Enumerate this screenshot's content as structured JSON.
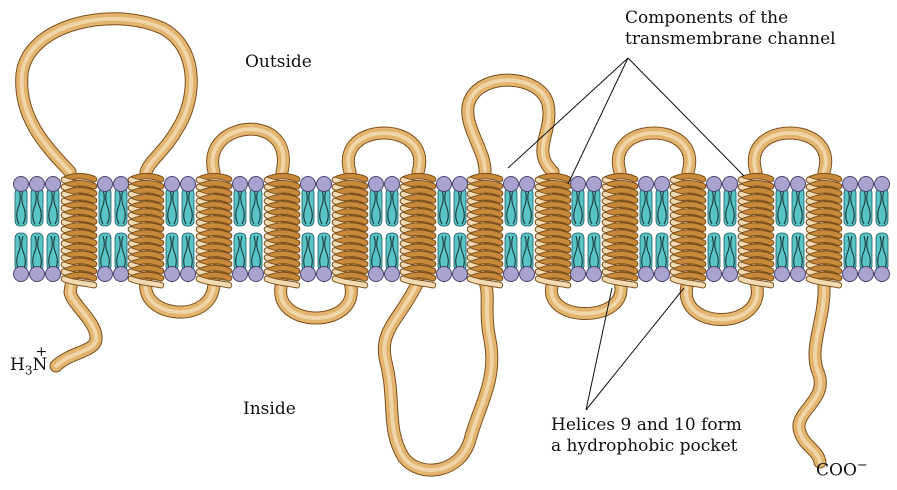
{
  "labels": {
    "outside": "Outside",
    "inside": "Inside",
    "channel_line1": "Components of the",
    "channel_line2": "transmembrane channel",
    "helices_line1": "Helices 9 and 10 form",
    "helices_line2": "a hydrophobic pocket",
    "n_terminus_base": "H",
    "n_terminus_sub": "3",
    "n_terminus_atom": "N",
    "n_terminus_charge": "+",
    "c_terminus": "COO",
    "c_terminus_charge": "−"
  },
  "colors": {
    "ribbon_light": "#F2DBB3",
    "ribbon_mid": "#E3B46E",
    "ribbon_dark": "#C88A3A",
    "ribbon_stroke": "#7A4E1A",
    "lipid_head": "#A9A3CF",
    "lipid_head_stroke": "#4A4372",
    "lipid_tail": "#58C4C6",
    "lipid_tail_stroke": "#1F5E62"
  },
  "helices": [
    {
      "n": 1
    },
    {
      "n": 2
    },
    {
      "n": 3
    },
    {
      "n": 4
    },
    {
      "n": 5
    },
    {
      "n": 6
    },
    {
      "n": 7
    },
    {
      "n": 8
    },
    {
      "n": 9
    },
    {
      "n": 10
    },
    {
      "n": 11
    },
    {
      "n": 12
    }
  ]
}
